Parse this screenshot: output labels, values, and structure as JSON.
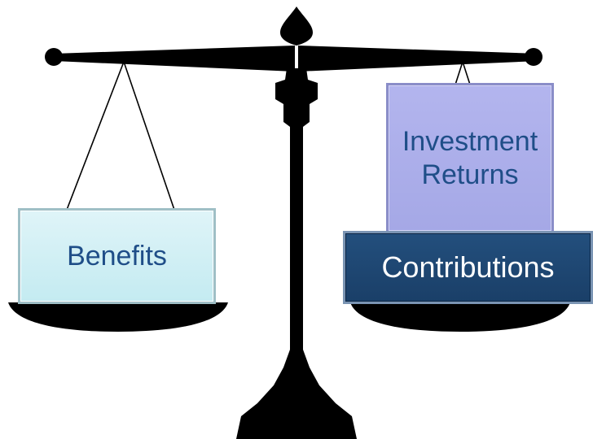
{
  "diagram": {
    "left_pan": {
      "label": "Benefits",
      "fill": "#c9edf3",
      "text_color": "#1f4e88"
    },
    "right_pan": {
      "top_box": {
        "line1": "Investment",
        "line2": "Returns",
        "fill": "#a9abe9",
        "text_color": "#1f4e88"
      },
      "bottom_box": {
        "label": "Contributions",
        "fill": "#1e4672",
        "text_color": "#ffffff"
      }
    },
    "scale_color": "#000000"
  }
}
